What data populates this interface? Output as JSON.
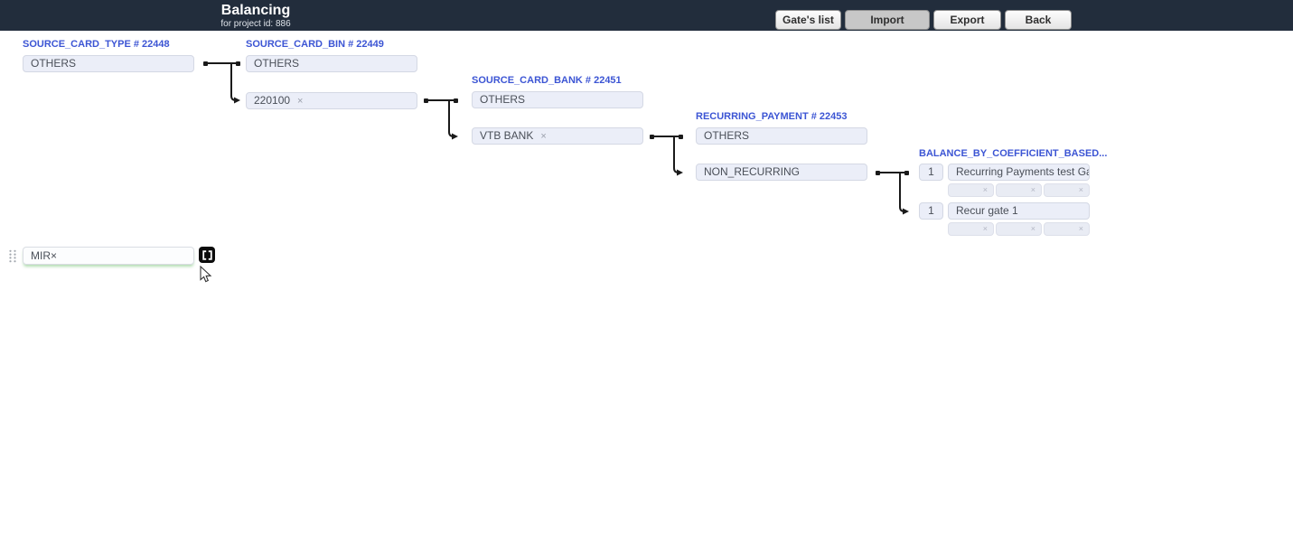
{
  "header": {
    "title": "Balancing",
    "subtitle": "for project id: 886",
    "buttons": [
      {
        "label": "Gate's list",
        "active": false
      },
      {
        "label": "Import",
        "active": true
      },
      {
        "label": "Export",
        "active": false
      },
      {
        "label": "Back",
        "active": false
      }
    ]
  },
  "columns": [
    {
      "title": "SOURCE_CARD_TYPE # 22448",
      "items": [
        {
          "label": "OTHERS",
          "removable": false
        }
      ]
    },
    {
      "title": "SOURCE_CARD_BIN # 22449",
      "items": [
        {
          "label": "OTHERS",
          "removable": false
        },
        {
          "label": "220100",
          "removable": true
        }
      ]
    },
    {
      "title": "SOURCE_CARD_BANK # 22451",
      "items": [
        {
          "label": "OTHERS",
          "removable": false
        },
        {
          "label": "VTB BANK",
          "removable": true
        }
      ]
    },
    {
      "title": "RECURRING_PAYMENT # 22453",
      "items": [
        {
          "label": "OTHERS",
          "removable": false
        },
        {
          "label": "NON_RECURRING",
          "removable": false
        }
      ]
    }
  ],
  "gates": {
    "title": "BALANCE_BY_COEFFICIENT_BASED...",
    "rows": [
      {
        "coefficient": "1",
        "name": "Recurring Payments test Gate",
        "slots": 3
      },
      {
        "coefficient": "1",
        "name": "Recur gate 1",
        "slots": 3
      }
    ]
  },
  "floating_item": {
    "label": "MIR",
    "removable": true
  },
  "glyphs": {
    "remove": "×"
  },
  "icons": {
    "drag_handle": "dots-grid",
    "link_badge": "bracket-frame ⛶",
    "cursor": "arrow-pointer"
  },
  "colors": {
    "header_bg": "#222d3c",
    "accent_title": "#3c55d4",
    "chip_bg": "#ebeef8",
    "chip_border": "#d4d8e4",
    "connector": "#1a1a1a",
    "active_button_bg": "#c7c7c7",
    "float_highlight": "#8ec98e"
  }
}
